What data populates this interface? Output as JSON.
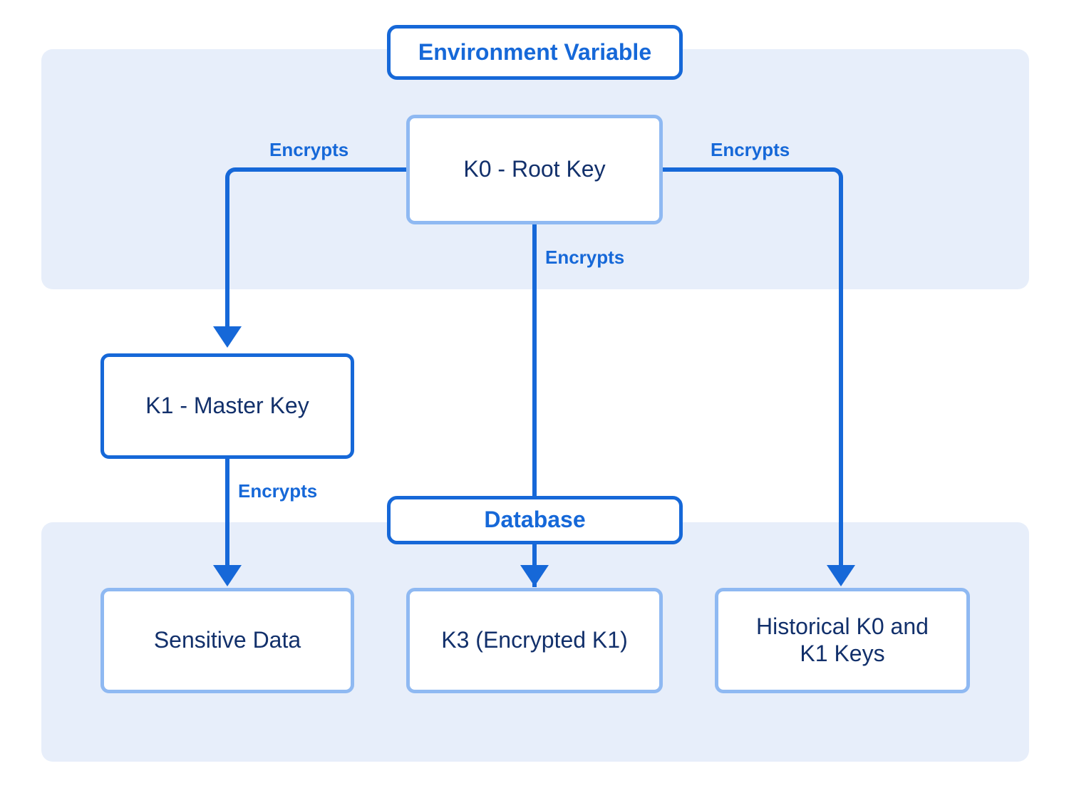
{
  "diagram": {
    "title": "Key hierarchy / envelope encryption flow",
    "colors": {
      "accent_strong": "#1668d8",
      "accent_soft": "#8fb9f2",
      "band_background": "#e7eefa",
      "node_text_navy": "#12306b",
      "canvas": "#ffffff"
    },
    "groups": [
      {
        "id": "environment-group",
        "label": ""
      },
      {
        "id": "storage-group",
        "label": ""
      }
    ],
    "nodes": [
      {
        "id": "environment-variable",
        "label": "Environment Variable",
        "style": "strong"
      },
      {
        "id": "k0-root-key",
        "label": "K0 - Root Key",
        "style": "soft"
      },
      {
        "id": "k1-master-key",
        "label": "K1 - Master Key",
        "style": "soft-heavy"
      },
      {
        "id": "database",
        "label": "Database",
        "style": "strong"
      },
      {
        "id": "sensitive-data",
        "label": "Sensitive Data",
        "style": "soft"
      },
      {
        "id": "k3-encrypted-k1",
        "label": "K3 (Encrypted K1)",
        "style": "soft"
      },
      {
        "id": "historical-keys",
        "label": "Historical K0 and\nK1 Keys",
        "line1": "Historical K0 and",
        "line2": "K1 Keys",
        "style": "soft"
      }
    ],
    "edges": [
      {
        "id": "k0-to-k1",
        "from": "k0-root-key",
        "to": "k1-master-key",
        "label": "Encrypts"
      },
      {
        "id": "k0-to-db",
        "from": "k0-root-key",
        "to": "k3-encrypted-k1",
        "label": "Encrypts"
      },
      {
        "id": "k0-to-hist",
        "from": "k0-root-key",
        "to": "historical-keys",
        "label": "Encrypts"
      },
      {
        "id": "k1-to-data",
        "from": "k1-master-key",
        "to": "sensitive-data",
        "label": "Encrypts"
      }
    ]
  }
}
